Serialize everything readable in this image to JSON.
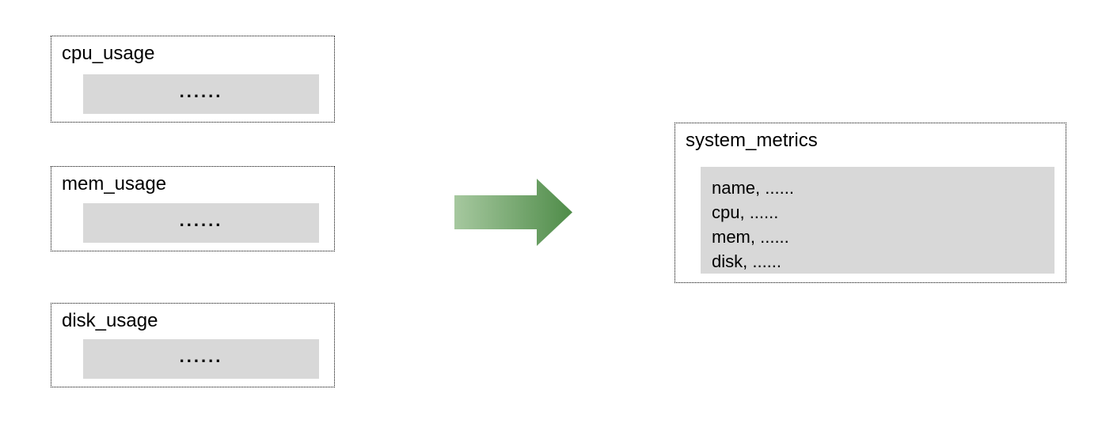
{
  "diagram": {
    "sources": [
      {
        "title": "cpu_usage",
        "placeholder": "......"
      },
      {
        "title": "mem_usage",
        "placeholder": "......"
      },
      {
        "title": "disk_usage",
        "placeholder": "......"
      }
    ],
    "target": {
      "title": "system_metrics",
      "fields": [
        "name, ......",
        "cpu, ......",
        "mem, ......",
        "disk, ......"
      ]
    },
    "arrow": {
      "direction": "right",
      "gradient_start": "#a6c89f",
      "gradient_end": "#4f8c49"
    },
    "colors": {
      "panel_gray": "#d8d8d8",
      "border": "#000000",
      "background": "#ffffff"
    }
  }
}
